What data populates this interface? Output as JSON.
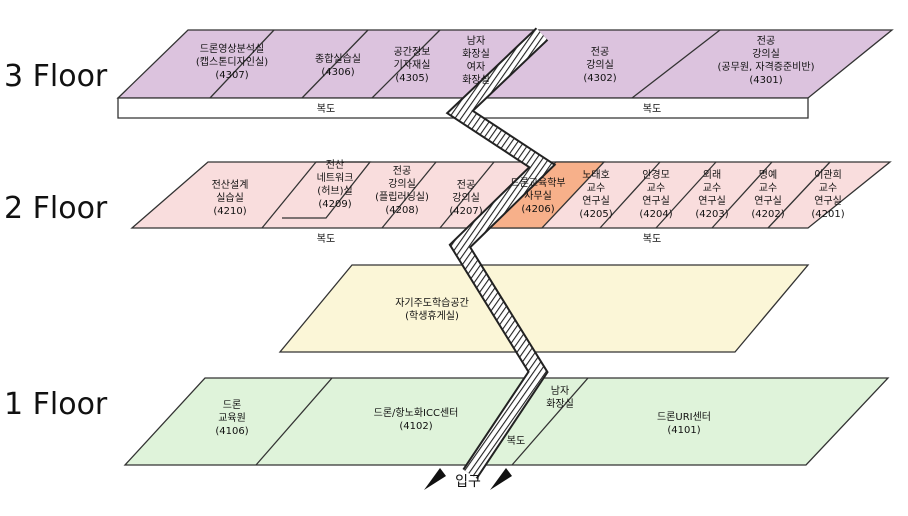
{
  "colors": {
    "floor1": "#dff3da",
    "floor2": "#f9dddd",
    "floor2_highlight": "#f7b08a",
    "floor3": "#dcc3de",
    "lounge": "#fbf6d7",
    "corridor": "#ffffff"
  },
  "floors": {
    "f3": "3 Floor",
    "f2": "2 Floor",
    "f1": "1 Floor"
  },
  "rooms": {
    "r4307": [
      "드론영상분석실",
      "(캡스톤디자인실)",
      "(4307)"
    ],
    "r4306": [
      "종합실습실",
      "(4306)"
    ],
    "r4305": [
      "공간정보",
      "기자재실",
      "(4305)"
    ],
    "wc3": [
      "남자",
      "화장실",
      "여자",
      "화장실"
    ],
    "r4302": [
      "전공",
      "강의실",
      "(4302)"
    ],
    "r4301": [
      "전공",
      "강의실",
      "(공무원, 자격증준비반)",
      "(4301)"
    ],
    "r4210": [
      "전산설계",
      "실습실",
      "(4210)"
    ],
    "r4209": [
      "전산",
      "네트워크",
      "(허브)실",
      "(4209)"
    ],
    "r4208": [
      "전공",
      "강의실",
      "(플립러닝실)",
      "(4208)"
    ],
    "r4207": [
      "전공",
      "강의실",
      "(4207)"
    ],
    "r4206": [
      "드론교육학부",
      "사무실",
      "(4206)"
    ],
    "r4205": [
      "노태호",
      "교수",
      "연구실",
      "(4205)"
    ],
    "r4204": [
      "안경모",
      "교수",
      "연구실",
      "(4204)"
    ],
    "r4203": [
      "외래",
      "교수",
      "연구실",
      "(4203)"
    ],
    "r4202": [
      "명예",
      "교수",
      "연구실",
      "(4202)"
    ],
    "r4201": [
      "이관희",
      "교수",
      "연구실",
      "(4201)"
    ],
    "lounge": [
      "자기주도학습공간",
      "(학생휴게실)"
    ],
    "r4106": [
      "드론",
      "교육원",
      "(4106)"
    ],
    "r4102": [
      "드론/항노화ICC센터",
      "(4102)"
    ],
    "wc1": [
      "남자",
      "화장실"
    ],
    "r4101": [
      "드론URI센터",
      "(4101)"
    ]
  },
  "corridor": {
    "f3_left": "복도",
    "f3_right": "복도",
    "f2_left": "복도",
    "f2_right": "복도",
    "f1": "복도"
  },
  "entrance": "입구"
}
